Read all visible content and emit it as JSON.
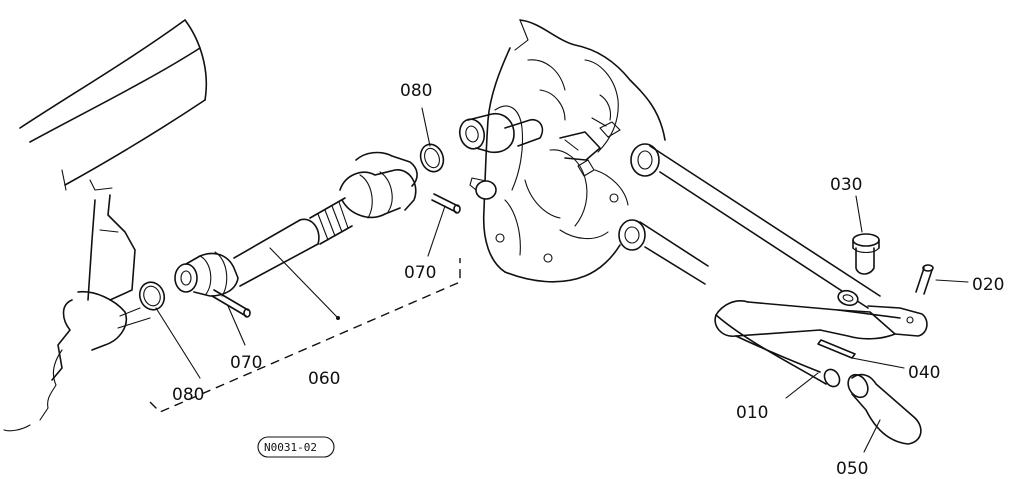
{
  "callouts": {
    "c010": "010",
    "c020": "020",
    "c030": "030",
    "c040": "040",
    "c050": "050",
    "c060": "060",
    "c070a": "070",
    "c070b": "070",
    "c080a": "080",
    "c080b": "080"
  },
  "drawing_code": "N0031-02"
}
